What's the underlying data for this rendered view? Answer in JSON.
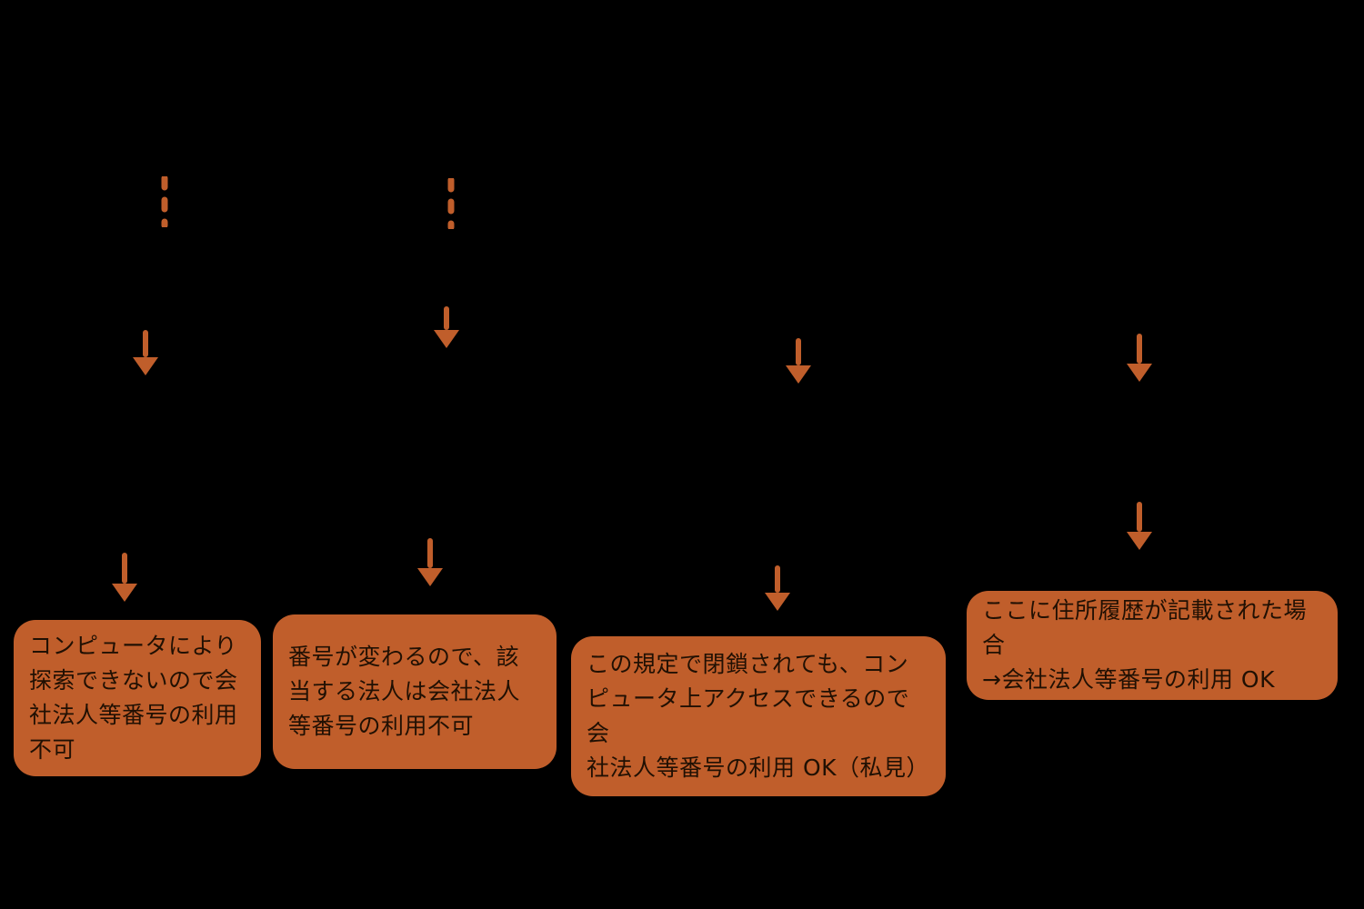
{
  "diagram": {
    "background_color": "#000000",
    "accent_color": "#c05e2b",
    "box_fill_color": "#c05e2b",
    "box_text_color": "#201003",
    "icons": {
      "down_arrow": "↓",
      "dashed_connector": "¦"
    },
    "callouts": [
      {
        "text": "コンピュータにより\n探索できないので会\n社法人等番号の利用\n不可"
      },
      {
        "text": "番号が変わるので、該\n当する法人は会社法人\n等番号の利用不可"
      },
      {
        "text": "この規定で閉鎖されても、コン\nピュータ上アクセスできるので会\n社法人等番号の利用 OK（私見）"
      },
      {
        "text": "ここに住所履歴が記載された場合\n→会社法人等番号の利用 OK"
      }
    ]
  }
}
